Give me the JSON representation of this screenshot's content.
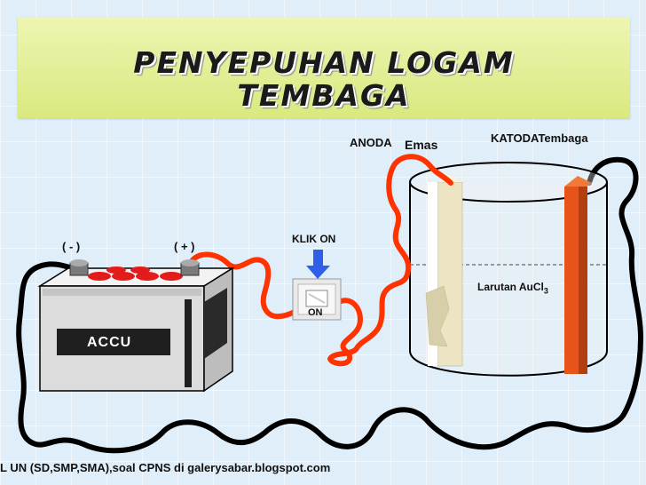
{
  "title": {
    "line1": "PENYEPUHAN LOGAM",
    "line2": "TEMBAGA"
  },
  "labels": {
    "anoda": "ANODA",
    "anoda_metal": "Emas",
    "katoda": "KATODA",
    "katoda_metal": "Tembaga",
    "solution_prefix": "Larutan AuCl",
    "solution_subscript": "3",
    "klik_on": "KLIK ON",
    "switch_on": "ON",
    "negative_terminal": "( - )",
    "positive_terminal": "( + )",
    "battery": "ACCU"
  },
  "footer": "L UN (SD,SMP,SMA),soal CPNS  di galerysabar.blogspot.com",
  "colors": {
    "banner": "#d9e97e",
    "wire_red": "#ff3300",
    "wire_black": "#000000",
    "anode_gold": "#ece4c2",
    "cathode_copper": "#e8531a",
    "battery_body": "#dcdcdc",
    "battery_cap": "#e31b1b",
    "arrow_blue": "#2f5fe8"
  },
  "icons": [
    "arrow-down-icon",
    "light-switch-icon"
  ]
}
